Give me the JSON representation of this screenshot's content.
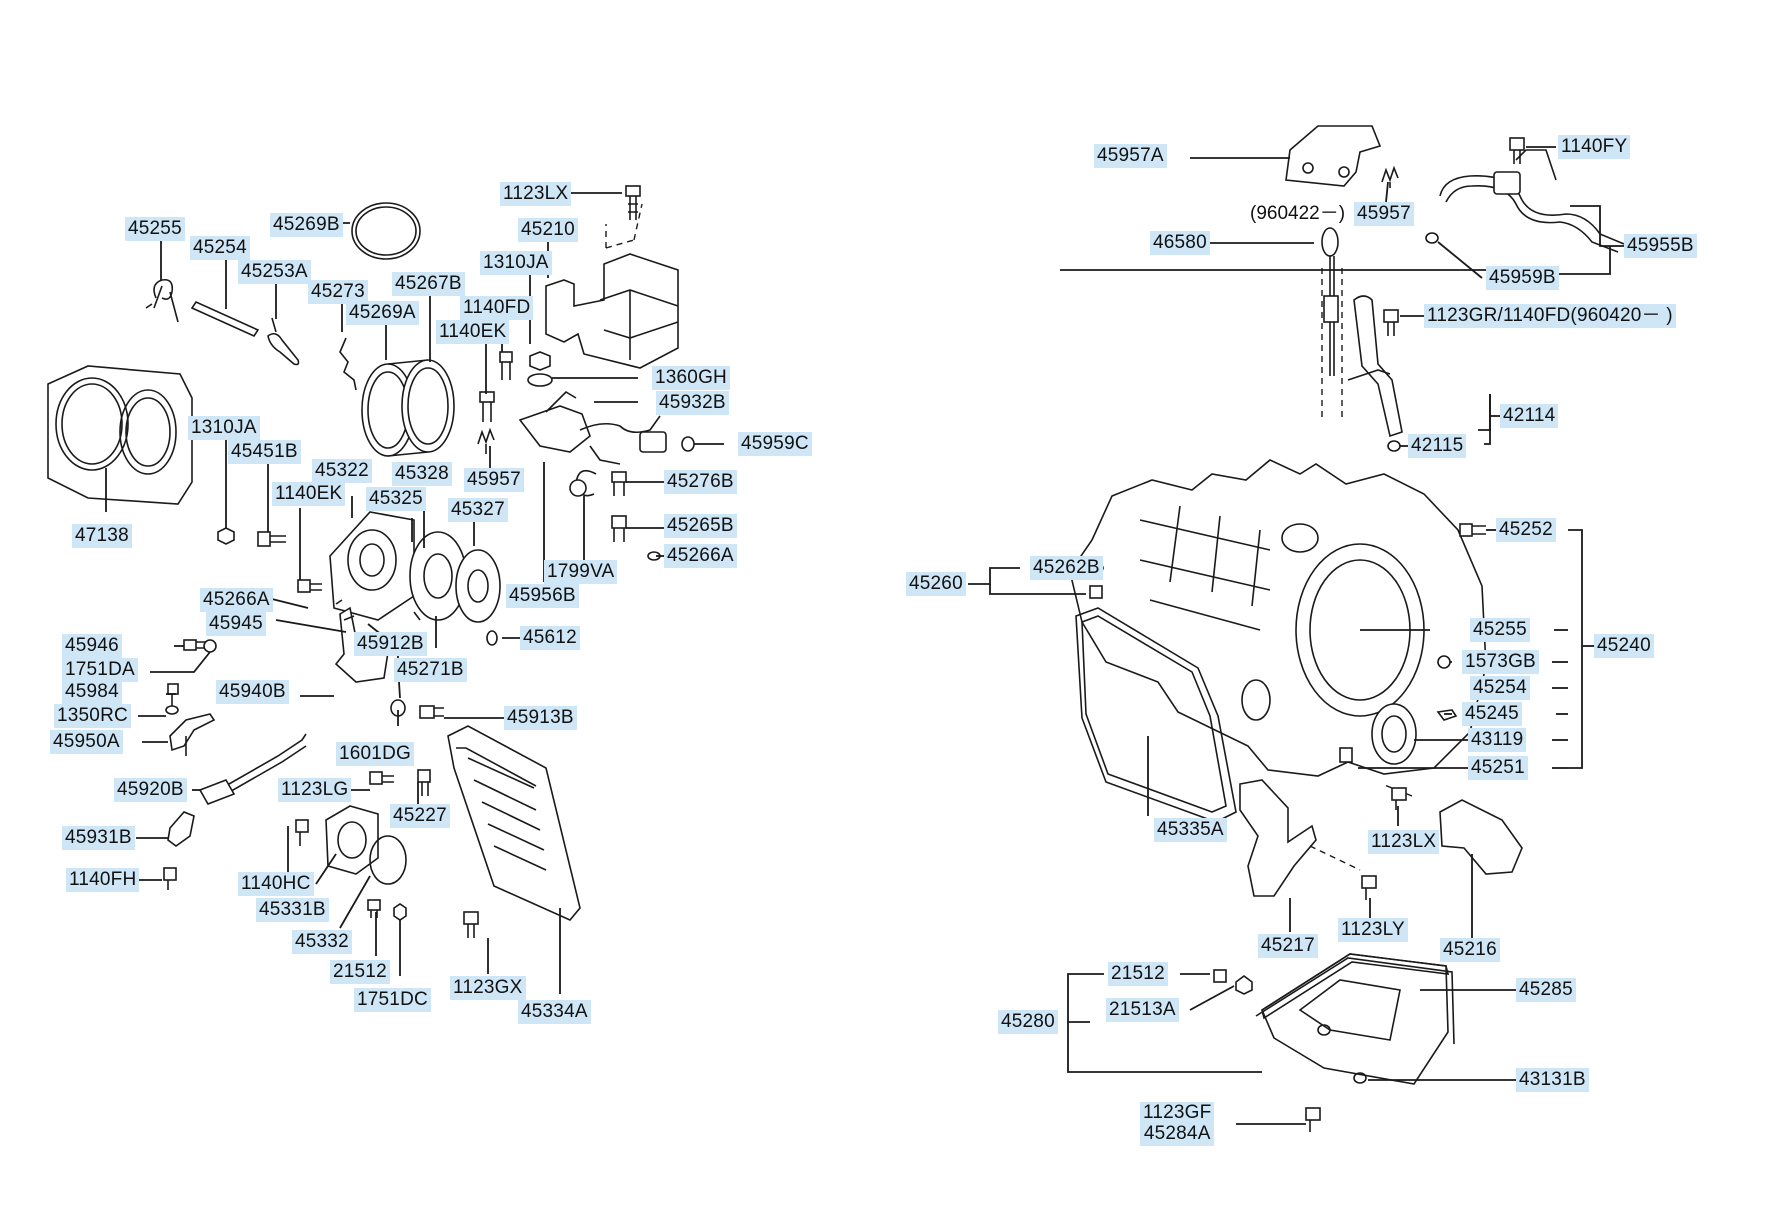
{
  "labels": {
    "p45255a": "45255",
    "p45254a": "45254",
    "p45253A": "45253A",
    "p45269B": "45269B",
    "p1123LXa": "1123LX",
    "p45210": "45210",
    "p1310JAa": "1310JA",
    "p45273": "45273",
    "p45267B": "45267B",
    "p45269A": "45269A",
    "p1140FDa": "1140FD",
    "p1140EKa": "1140EK",
    "p1360GH": "1360GH",
    "p45932B": "45932B",
    "p1310JAb": "1310JA",
    "p45959C": "45959C",
    "p45451B": "45451B",
    "p45322": "45322",
    "p45328": "45328",
    "p45957a": "45957",
    "p1140EKb": "1140EK",
    "p45325": "45325",
    "p45327": "45327",
    "p45276B": "45276B",
    "p47138": "47138",
    "p45265B": "45265B",
    "p45266Aa": "45266A",
    "p1799VA": "1799VA",
    "p45956B": "45956B",
    "p45266Ab": "45266A",
    "p45945": "45945",
    "p45612": "45612",
    "p45946": "45946",
    "p45912B": "45912B",
    "p1751DAa": "1751DA",
    "p45271B": "45271B",
    "p45984": "45984",
    "p45940B": "45940B",
    "p1350RC": "1350RC",
    "p45913B": "45913B",
    "p45950A": "45950A",
    "p1601DG": "1601DG",
    "p45920B": "45920B",
    "p1123LG": "1123LG",
    "p45227": "45227",
    "p45931B": "45931B",
    "p1140HC": "1140HC",
    "p1140FH": "1140FH",
    "p45331B": "45331B",
    "p45332": "45332",
    "p21512a": "21512",
    "p1751DCb": "1751DC",
    "p1123GX": "1123GX",
    "p45334A": "45334A",
    "p45957A": "45957A",
    "p1140FY": "1140FY",
    "p45957b": "45957",
    "p46580": "46580",
    "p45955B": "45955B",
    "p45959B": "45959B",
    "p1123GR": "1123GR/1140FD(960420－ )",
    "p42114": "42114",
    "p42115": "42115",
    "p45252": "45252",
    "p45262B": "45262B",
    "p45260": "45260",
    "p45255b": "45255",
    "p45240": "45240",
    "p1573GB": "1573GB",
    "p45254b": "45254",
    "p45245": "45245",
    "p43119": "43119",
    "p45251": "45251",
    "p45335A": "45335A",
    "p1123LXb": "1123LX",
    "p1123LY": "1123LY",
    "p45217": "45217",
    "p45216": "45216",
    "p21512b": "21512",
    "p45285": "45285",
    "p45280": "45280",
    "p21513A": "21513A",
    "p43131B": "43131B",
    "p1123GF": "1123GF",
    "p45284A": "45284A"
  },
  "notes": {
    "date_prefix": "(960422－)"
  }
}
